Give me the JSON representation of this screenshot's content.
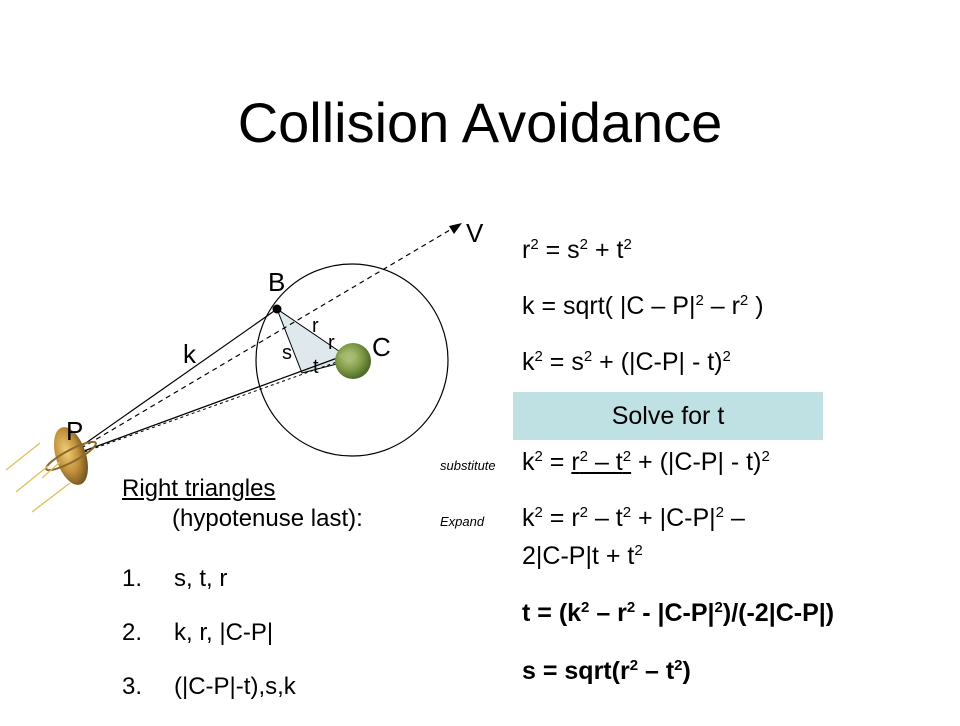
{
  "title": "Collision Avoidance",
  "diagram": {
    "labels": {
      "v": "V",
      "b": "B",
      "r_upper": "r",
      "r_lower": "r",
      "c": "C",
      "k": "k",
      "s": "s",
      "t": "t",
      "p": "P"
    }
  },
  "equations": {
    "eq1": {
      "a": "r",
      "a_sup": "2",
      "b": " = s",
      "b_sup": "2",
      "c": " + t",
      "c_sup": "2"
    },
    "eq2": {
      "a": "k = sqrt( |C – P|",
      "a_sup": "2",
      "b": " – r",
      "b_sup": "2",
      "c": " )"
    },
    "eq3": {
      "a": "k",
      "a_sup": "2",
      "b": " = s",
      "b_sup": "2",
      "c": " + (|C-P| - t)",
      "c_sup": "2"
    },
    "solve_label": "Solve for t",
    "eq4": {
      "note": "substitute",
      "a": "k",
      "a_sup": "2",
      "b": " = ",
      "u1": "r",
      "u1_sup": "2",
      "u2": " – t",
      "u2_sup": "2",
      "c": " + (|C-P| - t)",
      "c_sup": "2"
    },
    "eq5": {
      "note": "Expand",
      "a": "k",
      "a_sup": "2",
      "b": " = r",
      "b_sup": "2",
      "c": " – t",
      "c_sup": "2",
      "d": " + |C-P|",
      "d_sup": "2",
      "e": " –",
      "line2": "2|C-P|t + t",
      "line2_sup": "2"
    },
    "eq6": {
      "a": "t = (k",
      "a_sup": "2",
      "b": " – r",
      "b_sup": "2",
      "c": " - |C-P|",
      "c_sup": "2",
      "d": ")/(-2|C-P|)"
    },
    "eq7": {
      "a": "s = sqrt(r",
      "a_sup": "2",
      "b": " – t",
      "b_sup": "2",
      "c": ")"
    }
  },
  "right_triangles": {
    "heading_line1": "Right triangles",
    "heading_line2": "(hypotenuse last):",
    "items": [
      {
        "num": "1.",
        "text": "s, t, r"
      },
      {
        "num": "2.",
        "text": "k, r, |C-P|"
      },
      {
        "num": "3.",
        "text": "(|C-P|-t),s,k"
      }
    ]
  },
  "colors": {
    "triangle_fill": "#dfe8ec",
    "solve_bg": "#bfe1e3",
    "planet_green": "#7f9a45",
    "planet_p": "#c2913c"
  }
}
